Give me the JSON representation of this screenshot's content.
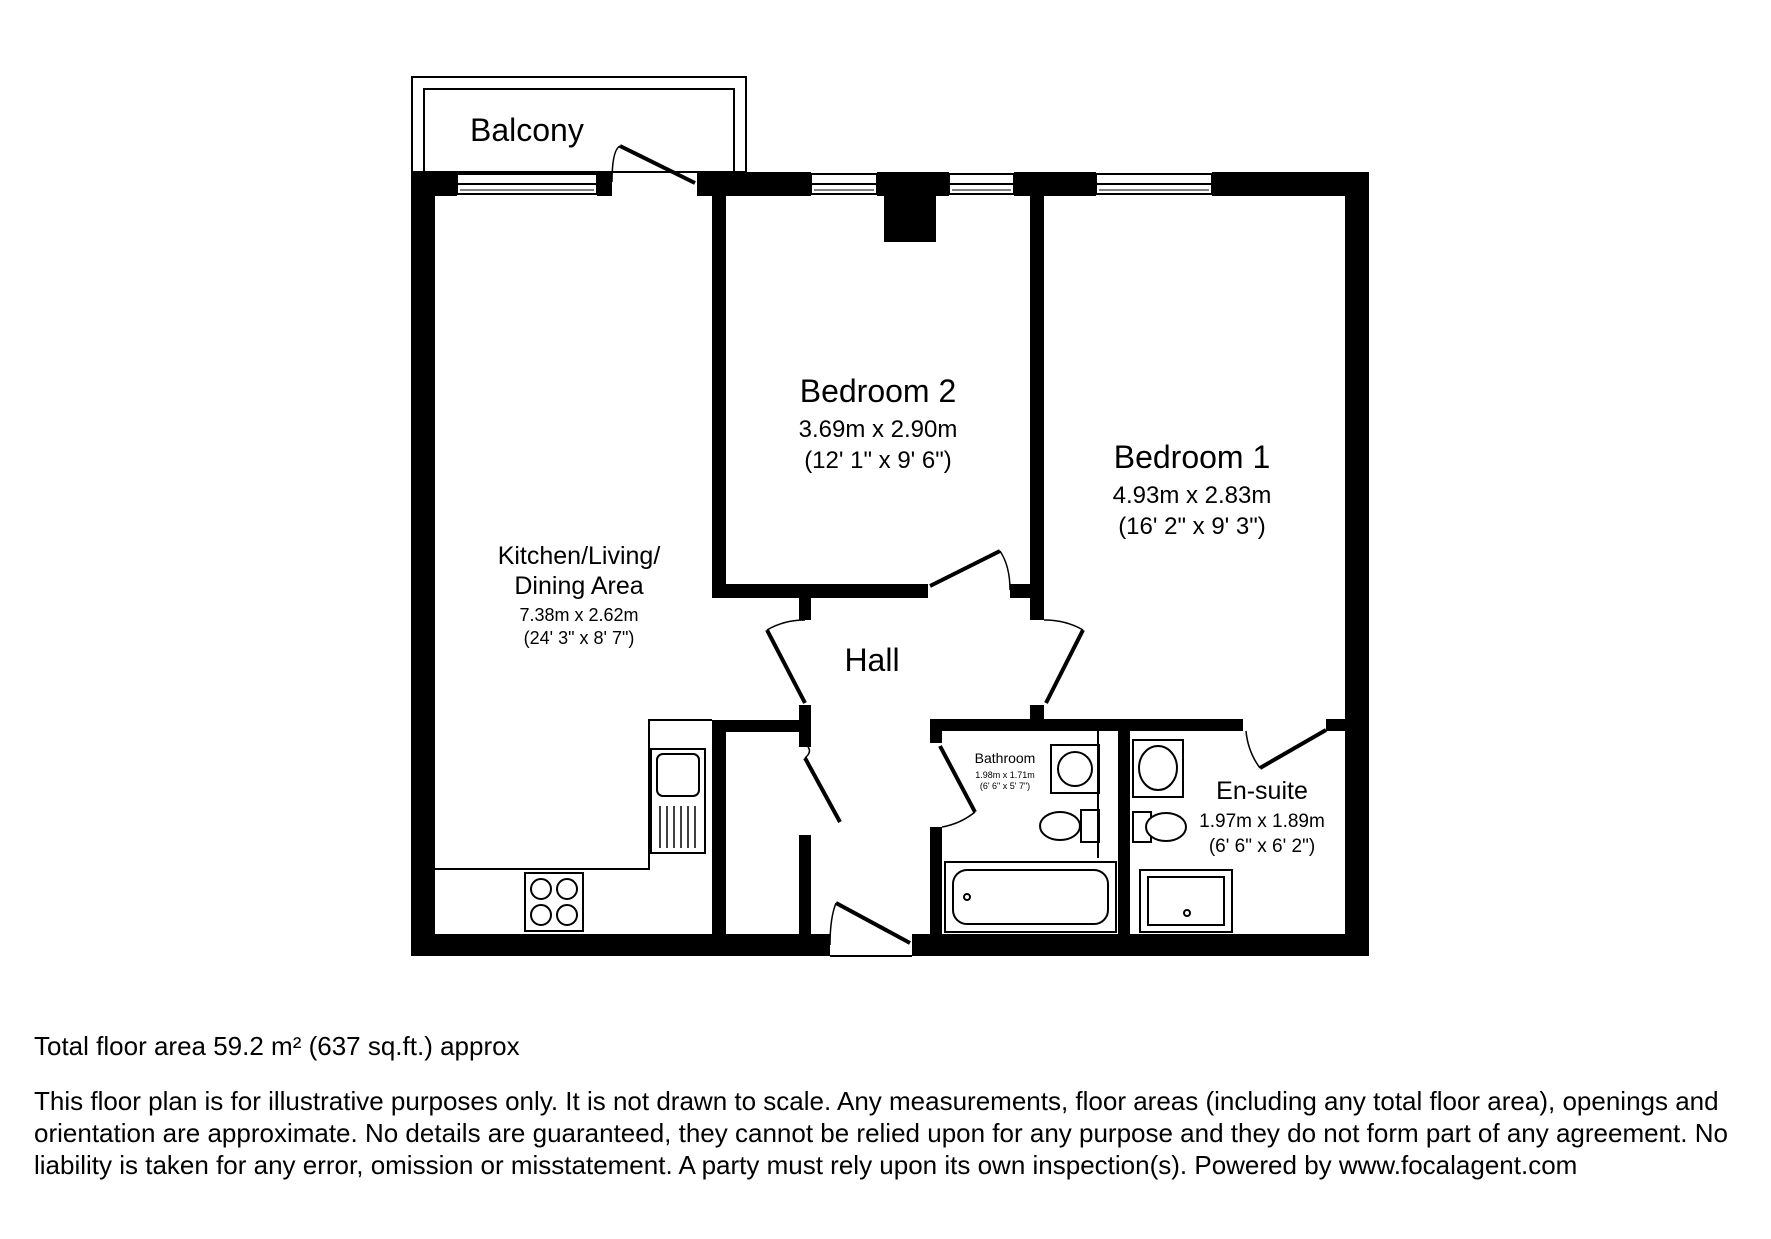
{
  "rooms": {
    "balcony": {
      "name": "Balcony"
    },
    "kitchen": {
      "name_line1": "Kitchen/Living/",
      "name_line2": "Dining Area",
      "metric": "7.38m x 2.62m",
      "imperial": "(24' 3\" x 8' 7\")"
    },
    "bedroom2": {
      "name": "Bedroom 2",
      "metric": "3.69m x 2.90m",
      "imperial": "(12' 1\" x 9' 6\")"
    },
    "bedroom1": {
      "name": "Bedroom 1",
      "metric": "4.93m x 2.83m",
      "imperial": "(16' 2\" x 9' 3\")"
    },
    "hall": {
      "name": "Hall"
    },
    "bathroom": {
      "name": "Bathroom",
      "metric": "1.98m x 1.71m",
      "imperial": "(6' 6\" x 5' 7\")"
    },
    "ensuite": {
      "name": "En-suite",
      "metric": "1.97m x 1.89m",
      "imperial": "(6' 6\" x 6' 2\")"
    }
  },
  "footer": {
    "total_area": "Total floor area 59.2 m² (637 sq.ft.) approx",
    "disclaimer": "This floor plan is for illustrative purposes only. It is not drawn to scale. Any measurements, floor areas (including any total floor area), openings and orientation are approximate. No details are guaranteed, they cannot be relied upon for any purpose and they do not form part of any agreement. No liability is taken for any error, omission or misstatement. A party must rely upon its own inspection(s). Powered by www.focalagent.com"
  }
}
